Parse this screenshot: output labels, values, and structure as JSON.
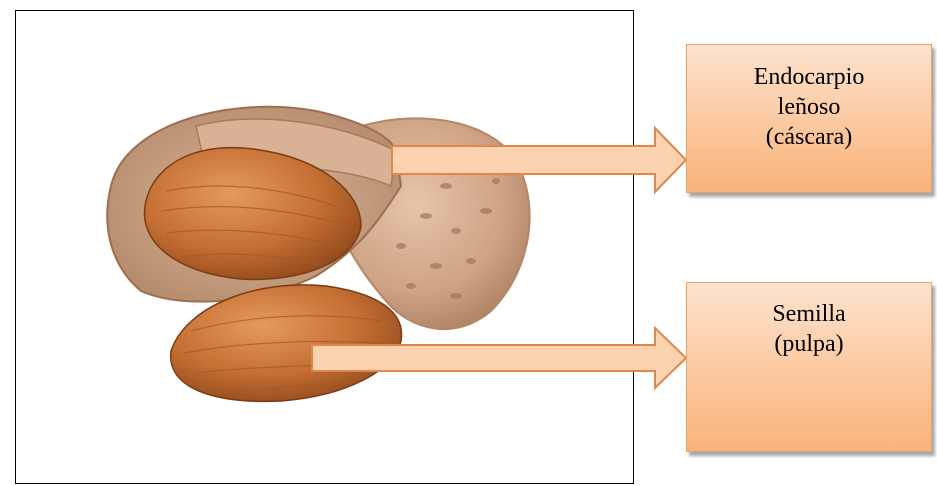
{
  "labels": [
    {
      "lines": [
        "Endocarpio",
        "leñoso",
        "(cáscara)"
      ]
    },
    {
      "lines": [
        "Semilla",
        "(pulpa)"
      ]
    }
  ],
  "colors": {
    "box_fill_top": "#fde3cf",
    "box_fill_bottom": "#f9b37c",
    "arrow_fill": "#fcd3b0",
    "arrow_stroke": "#e0874b"
  },
  "image": {
    "subject": "almonds-icon"
  }
}
